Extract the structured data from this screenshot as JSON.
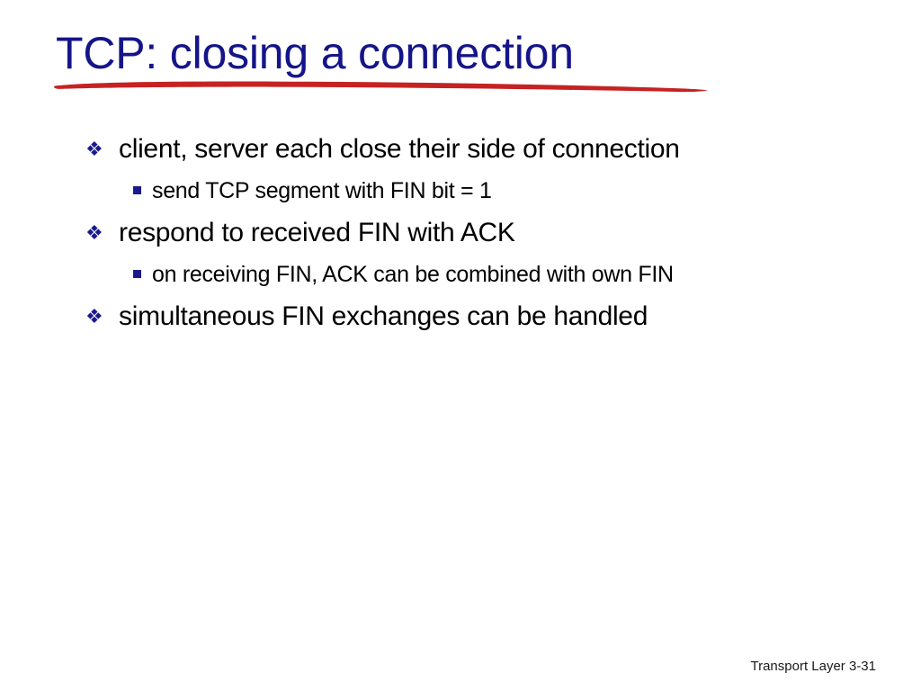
{
  "slide": {
    "background_color": "#ffffff",
    "title": {
      "text": "TCP: closing a connection",
      "color": "#151589",
      "underline_color": "#c62222"
    },
    "bullets": [
      {
        "level": 1,
        "marker": "diamond-bullet-icon",
        "marker_glyph": "❖",
        "text": "client, server each close their side of connection"
      },
      {
        "level": 2,
        "marker": "square-bullet-icon",
        "marker_glyph": "▪",
        "text": "send TCP segment with FIN bit = 1"
      },
      {
        "level": 1,
        "marker": "diamond-bullet-icon",
        "marker_glyph": "❖",
        "text": "respond to received FIN with ACK"
      },
      {
        "level": 2,
        "marker": "square-bullet-icon",
        "marker_glyph": "▪",
        "text": "on receiving FIN, ACK can be combined with own FIN"
      },
      {
        "level": 1,
        "marker": "diamond-bullet-icon",
        "marker_glyph": "❖",
        "text": "simultaneous FIN exchanges can be handled"
      }
    ],
    "footer": {
      "text": "Transport Layer 3-31"
    }
  }
}
